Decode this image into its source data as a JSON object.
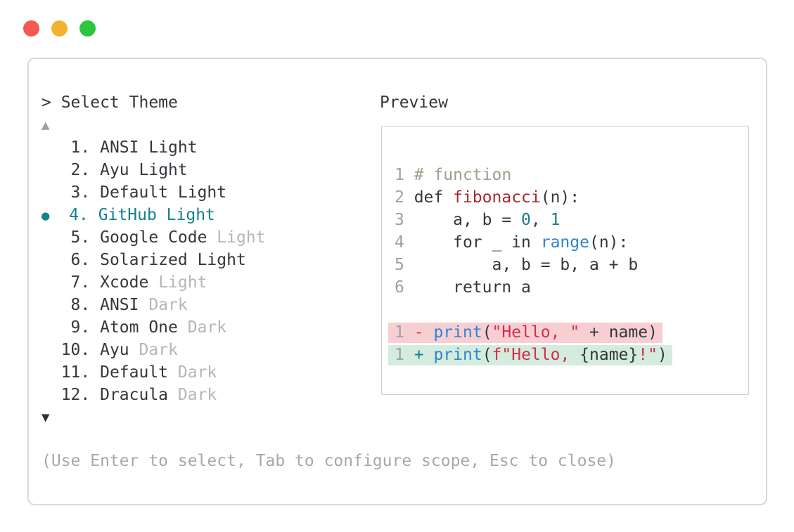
{
  "colors": {
    "ink": "#34383d",
    "dim": "#b4b7ba",
    "linenum": "#9da1a5",
    "footer": "#a5a8ac",
    "teal": "#15818c",
    "blue": "#2e86cd",
    "func_red": "#a8282f",
    "string_red": "#d92b4e",
    "del_red": "#d63c4a",
    "comment": "#9ba18d",
    "del_bg": "#f7cfd3",
    "add_bg": "#d4ecdd",
    "window_border": "#d9d9d9",
    "box_border": "#cccccc",
    "arrow_up": "#9b9ea2",
    "arrow_down": "#2e3135",
    "light_red": "#f25a52",
    "light_yellow": "#f1b32e",
    "light_green": "#2bc53e"
  },
  "selector": {
    "prompt": "> Select Theme",
    "scroll_up_icon": "▲",
    "scroll_down_icon": "▼",
    "selected_bullet": "●",
    "items": [
      {
        "number": 1,
        "name": "ANSI",
        "variant": "Light",
        "dim_variant": false,
        "selected": false
      },
      {
        "number": 2,
        "name": "Ayu",
        "variant": "Light",
        "dim_variant": false,
        "selected": false
      },
      {
        "number": 3,
        "name": "Default",
        "variant": "Light",
        "dim_variant": false,
        "selected": false
      },
      {
        "number": 4,
        "name": "GitHub",
        "variant": "Light",
        "dim_variant": false,
        "selected": true
      },
      {
        "number": 5,
        "name": "Google Code",
        "variant": "Light",
        "dim_variant": true,
        "selected": false
      },
      {
        "number": 6,
        "name": "Solarized",
        "variant": "Light",
        "dim_variant": false,
        "selected": false
      },
      {
        "number": 7,
        "name": "Xcode",
        "variant": "Light",
        "dim_variant": true,
        "selected": false
      },
      {
        "number": 8,
        "name": "ANSI",
        "variant": "Dark",
        "dim_variant": true,
        "selected": false
      },
      {
        "number": 9,
        "name": "Atom One",
        "variant": "Dark",
        "dim_variant": true,
        "selected": false
      },
      {
        "number": 10,
        "name": "Ayu",
        "variant": "Dark",
        "dim_variant": true,
        "selected": false
      },
      {
        "number": 11,
        "name": "Default",
        "variant": "Dark",
        "dim_variant": true,
        "selected": false
      },
      {
        "number": 12,
        "name": "Dracula",
        "variant": "Dark",
        "dim_variant": true,
        "selected": false
      }
    ]
  },
  "preview": {
    "title": "Preview",
    "code": [
      {
        "band": null,
        "tokens": [
          {
            "c": "ln",
            "t": "1"
          },
          {
            "c": "ink",
            "t": " "
          },
          {
            "c": "comment",
            "t": "# function"
          }
        ]
      },
      {
        "band": null,
        "tokens": [
          {
            "c": "ln",
            "t": "2"
          },
          {
            "c": "ink",
            "t": " def "
          },
          {
            "c": "func",
            "t": "fibonacci"
          },
          {
            "c": "ink",
            "t": "(n):"
          }
        ]
      },
      {
        "band": null,
        "tokens": [
          {
            "c": "ln",
            "t": "3"
          },
          {
            "c": "ink",
            "t": "     a, b = "
          },
          {
            "c": "teal",
            "t": "0"
          },
          {
            "c": "ink",
            "t": ", "
          },
          {
            "c": "teal",
            "t": "1"
          }
        ]
      },
      {
        "band": null,
        "tokens": [
          {
            "c": "ln",
            "t": "4"
          },
          {
            "c": "ink",
            "t": "     for _ in "
          },
          {
            "c": "blue",
            "t": "range"
          },
          {
            "c": "ink",
            "t": "(n):"
          }
        ]
      },
      {
        "band": null,
        "tokens": [
          {
            "c": "ln",
            "t": "5"
          },
          {
            "c": "ink",
            "t": "         a, b = b, a + b"
          }
        ]
      },
      {
        "band": null,
        "tokens": [
          {
            "c": "ln",
            "t": "6"
          },
          {
            "c": "ink",
            "t": "     return a"
          }
        ]
      },
      {
        "band": null,
        "tokens": []
      },
      {
        "band": "del",
        "tokens": [
          {
            "c": "ln",
            "t": "1"
          },
          {
            "c": "ink",
            "t": " "
          },
          {
            "c": "del",
            "t": "-"
          },
          {
            "c": "ink",
            "t": " "
          },
          {
            "c": "blue",
            "t": "print"
          },
          {
            "c": "ink",
            "t": "("
          },
          {
            "c": "string",
            "t": "\"Hello, \""
          },
          {
            "c": "ink",
            "t": " + name)"
          }
        ]
      },
      {
        "band": "add",
        "tokens": [
          {
            "c": "ln",
            "t": "1"
          },
          {
            "c": "ink",
            "t": " "
          },
          {
            "c": "add",
            "t": "+"
          },
          {
            "c": "ink",
            "t": " "
          },
          {
            "c": "blue",
            "t": "print"
          },
          {
            "c": "ink",
            "t": "("
          },
          {
            "c": "string",
            "t": "f\"Hello, "
          },
          {
            "c": "ink",
            "t": "{name}"
          },
          {
            "c": "string",
            "t": "!\""
          },
          {
            "c": "ink",
            "t": ")"
          }
        ]
      }
    ]
  },
  "footer": {
    "hint": "(Use Enter to select, Tab to configure scope, Esc to close)"
  }
}
